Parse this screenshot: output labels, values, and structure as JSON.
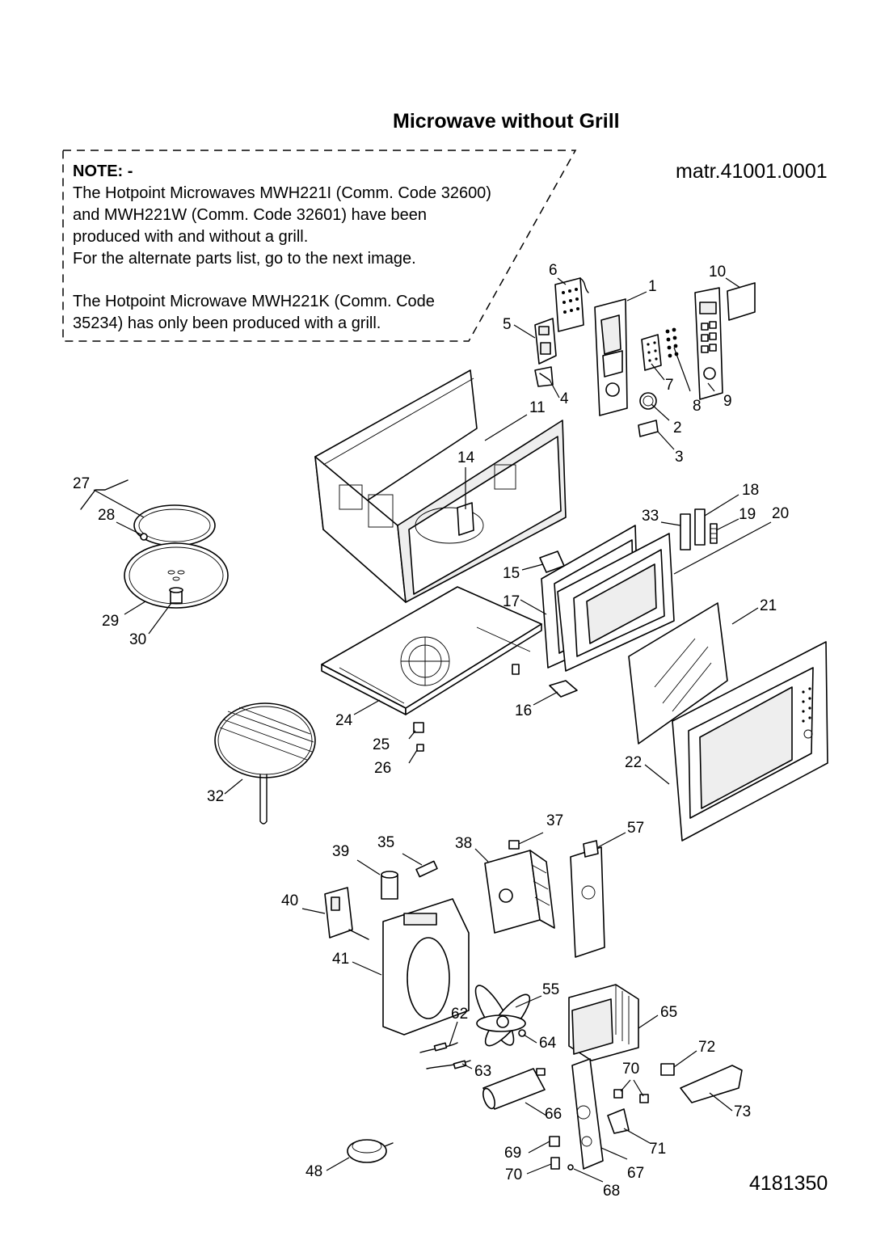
{
  "title": "Microwave without Grill",
  "material_code": "matr.41001.0001",
  "document_number": "4181350",
  "note": {
    "heading": "NOTE: -",
    "lines": [
      "The Hotpoint Microwaves MWH221I (Comm. Code 32600)",
      "and MWH221W (Comm. Code 32601) have been",
      "produced with and without a grill.",
      "For the alternate parts list, go to the next image.",
      "",
      "The Hotpoint Microwave MWH221K (Comm. Code",
      "35234) has only been produced with a grill."
    ]
  },
  "callouts": [
    "1",
    "2",
    "3",
    "4",
    "5",
    "6",
    "7",
    "8",
    "9",
    "10",
    "11",
    "14",
    "15",
    "16",
    "17",
    "18",
    "19",
    "20",
    "21",
    "22",
    "24",
    "25",
    "26",
    "27",
    "28",
    "29",
    "30",
    "32",
    "33",
    "35",
    "37",
    "38",
    "39",
    "40",
    "41",
    "48",
    "55",
    "57",
    "62",
    "63",
    "64",
    "65",
    "66",
    "67",
    "68",
    "69",
    "70",
    "70",
    "71",
    "72",
    "73"
  ]
}
